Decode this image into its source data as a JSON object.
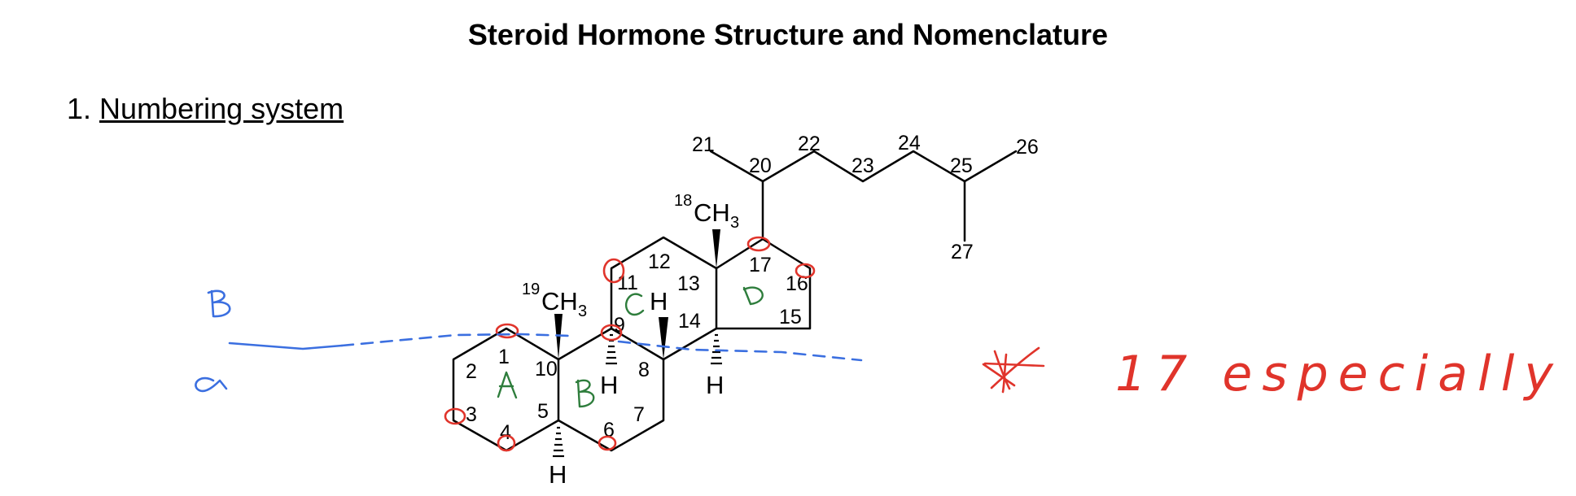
{
  "title": "Steroid Hormone Structure and Nomenclature",
  "section": {
    "number": "1.",
    "heading": "Numbering system"
  },
  "atom_numbers": [
    "1",
    "2",
    "3",
    "4",
    "5",
    "6",
    "7",
    "8",
    "9",
    "10",
    "11",
    "12",
    "13",
    "14",
    "15",
    "16",
    "17",
    "18",
    "19",
    "20",
    "21",
    "22",
    "23",
    "24",
    "25",
    "26",
    "27"
  ],
  "methyl_groups": {
    "c18": {
      "superscript": "18",
      "label": "CH",
      "subscript": "3"
    },
    "c19": {
      "superscript": "19",
      "label": "CH",
      "subscript": "3"
    }
  },
  "hydrogens": {
    "h5": "H",
    "h8": "H",
    "h9": "H",
    "h14": "H"
  },
  "annotations": {
    "star_note": "17 especially"
  },
  "colors": {
    "ink": "#000000",
    "red_annotation": "#e0342b",
    "blue_annotation": "#3b6fe0",
    "green_annotation": "#2e7d3c"
  }
}
